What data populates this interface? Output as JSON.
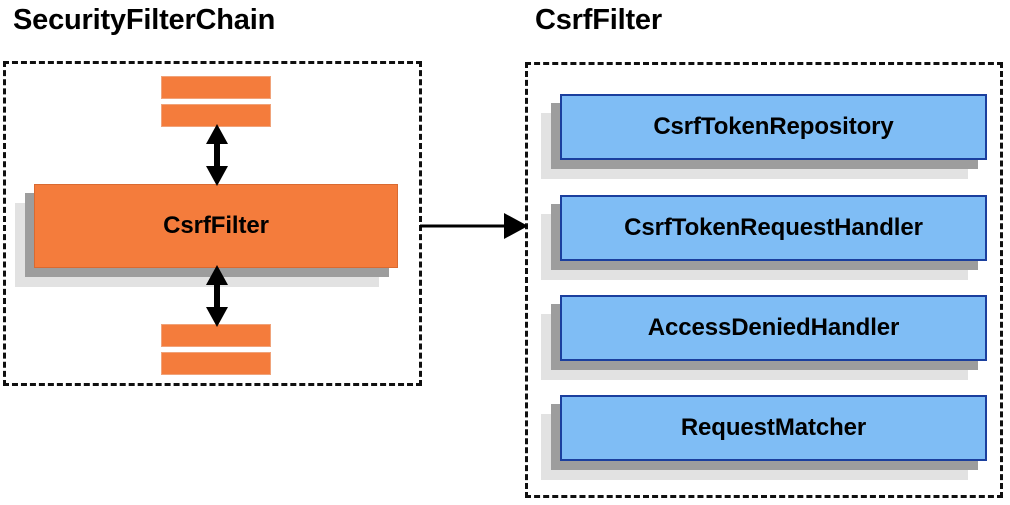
{
  "diagram": {
    "type": "architecture-block-diagram",
    "background": "#ffffff",
    "colors": {
      "orange_fill": "#F47C3C",
      "orange_border": "#D96A31",
      "blue_fill": "#7FBDF5",
      "blue_border": "#1B3F9E",
      "shadow_dark": "#9D9D9D",
      "shadow_light": "#E2E2E2",
      "dashed_border": "#101010",
      "text": "#000000"
    }
  },
  "panels": {
    "left": {
      "title": "SecurityFilterChain",
      "filler_bars": [
        {
          "name": "filter-bar-top-1"
        },
        {
          "name": "filter-bar-top-2"
        },
        {
          "name": "filter-bar-bottom-1"
        },
        {
          "name": "filter-bar-bottom-2"
        }
      ],
      "highlighted_node": {
        "label": "CsrfFilter",
        "style": "orange"
      },
      "arrows": [
        {
          "name": "arrow-up-down-above-csrffilter",
          "kind": "double-headed-vertical"
        },
        {
          "name": "arrow-up-down-below-csrffilter",
          "kind": "double-headed-vertical"
        }
      ]
    },
    "right": {
      "title": "CsrfFilter",
      "collaborators": [
        {
          "label": "CsrfTokenRepository",
          "style": "blue"
        },
        {
          "label": "CsrfTokenRequestHandler",
          "style": "blue"
        },
        {
          "label": "AccessDeniedHandler",
          "style": "blue"
        },
        {
          "label": "RequestMatcher",
          "style": "blue"
        }
      ]
    }
  },
  "connector": {
    "name": "left-to-right-panel-arrow",
    "kind": "single-headed-horizontal",
    "from": "SecurityFilterChain",
    "to": "CsrfFilter"
  }
}
